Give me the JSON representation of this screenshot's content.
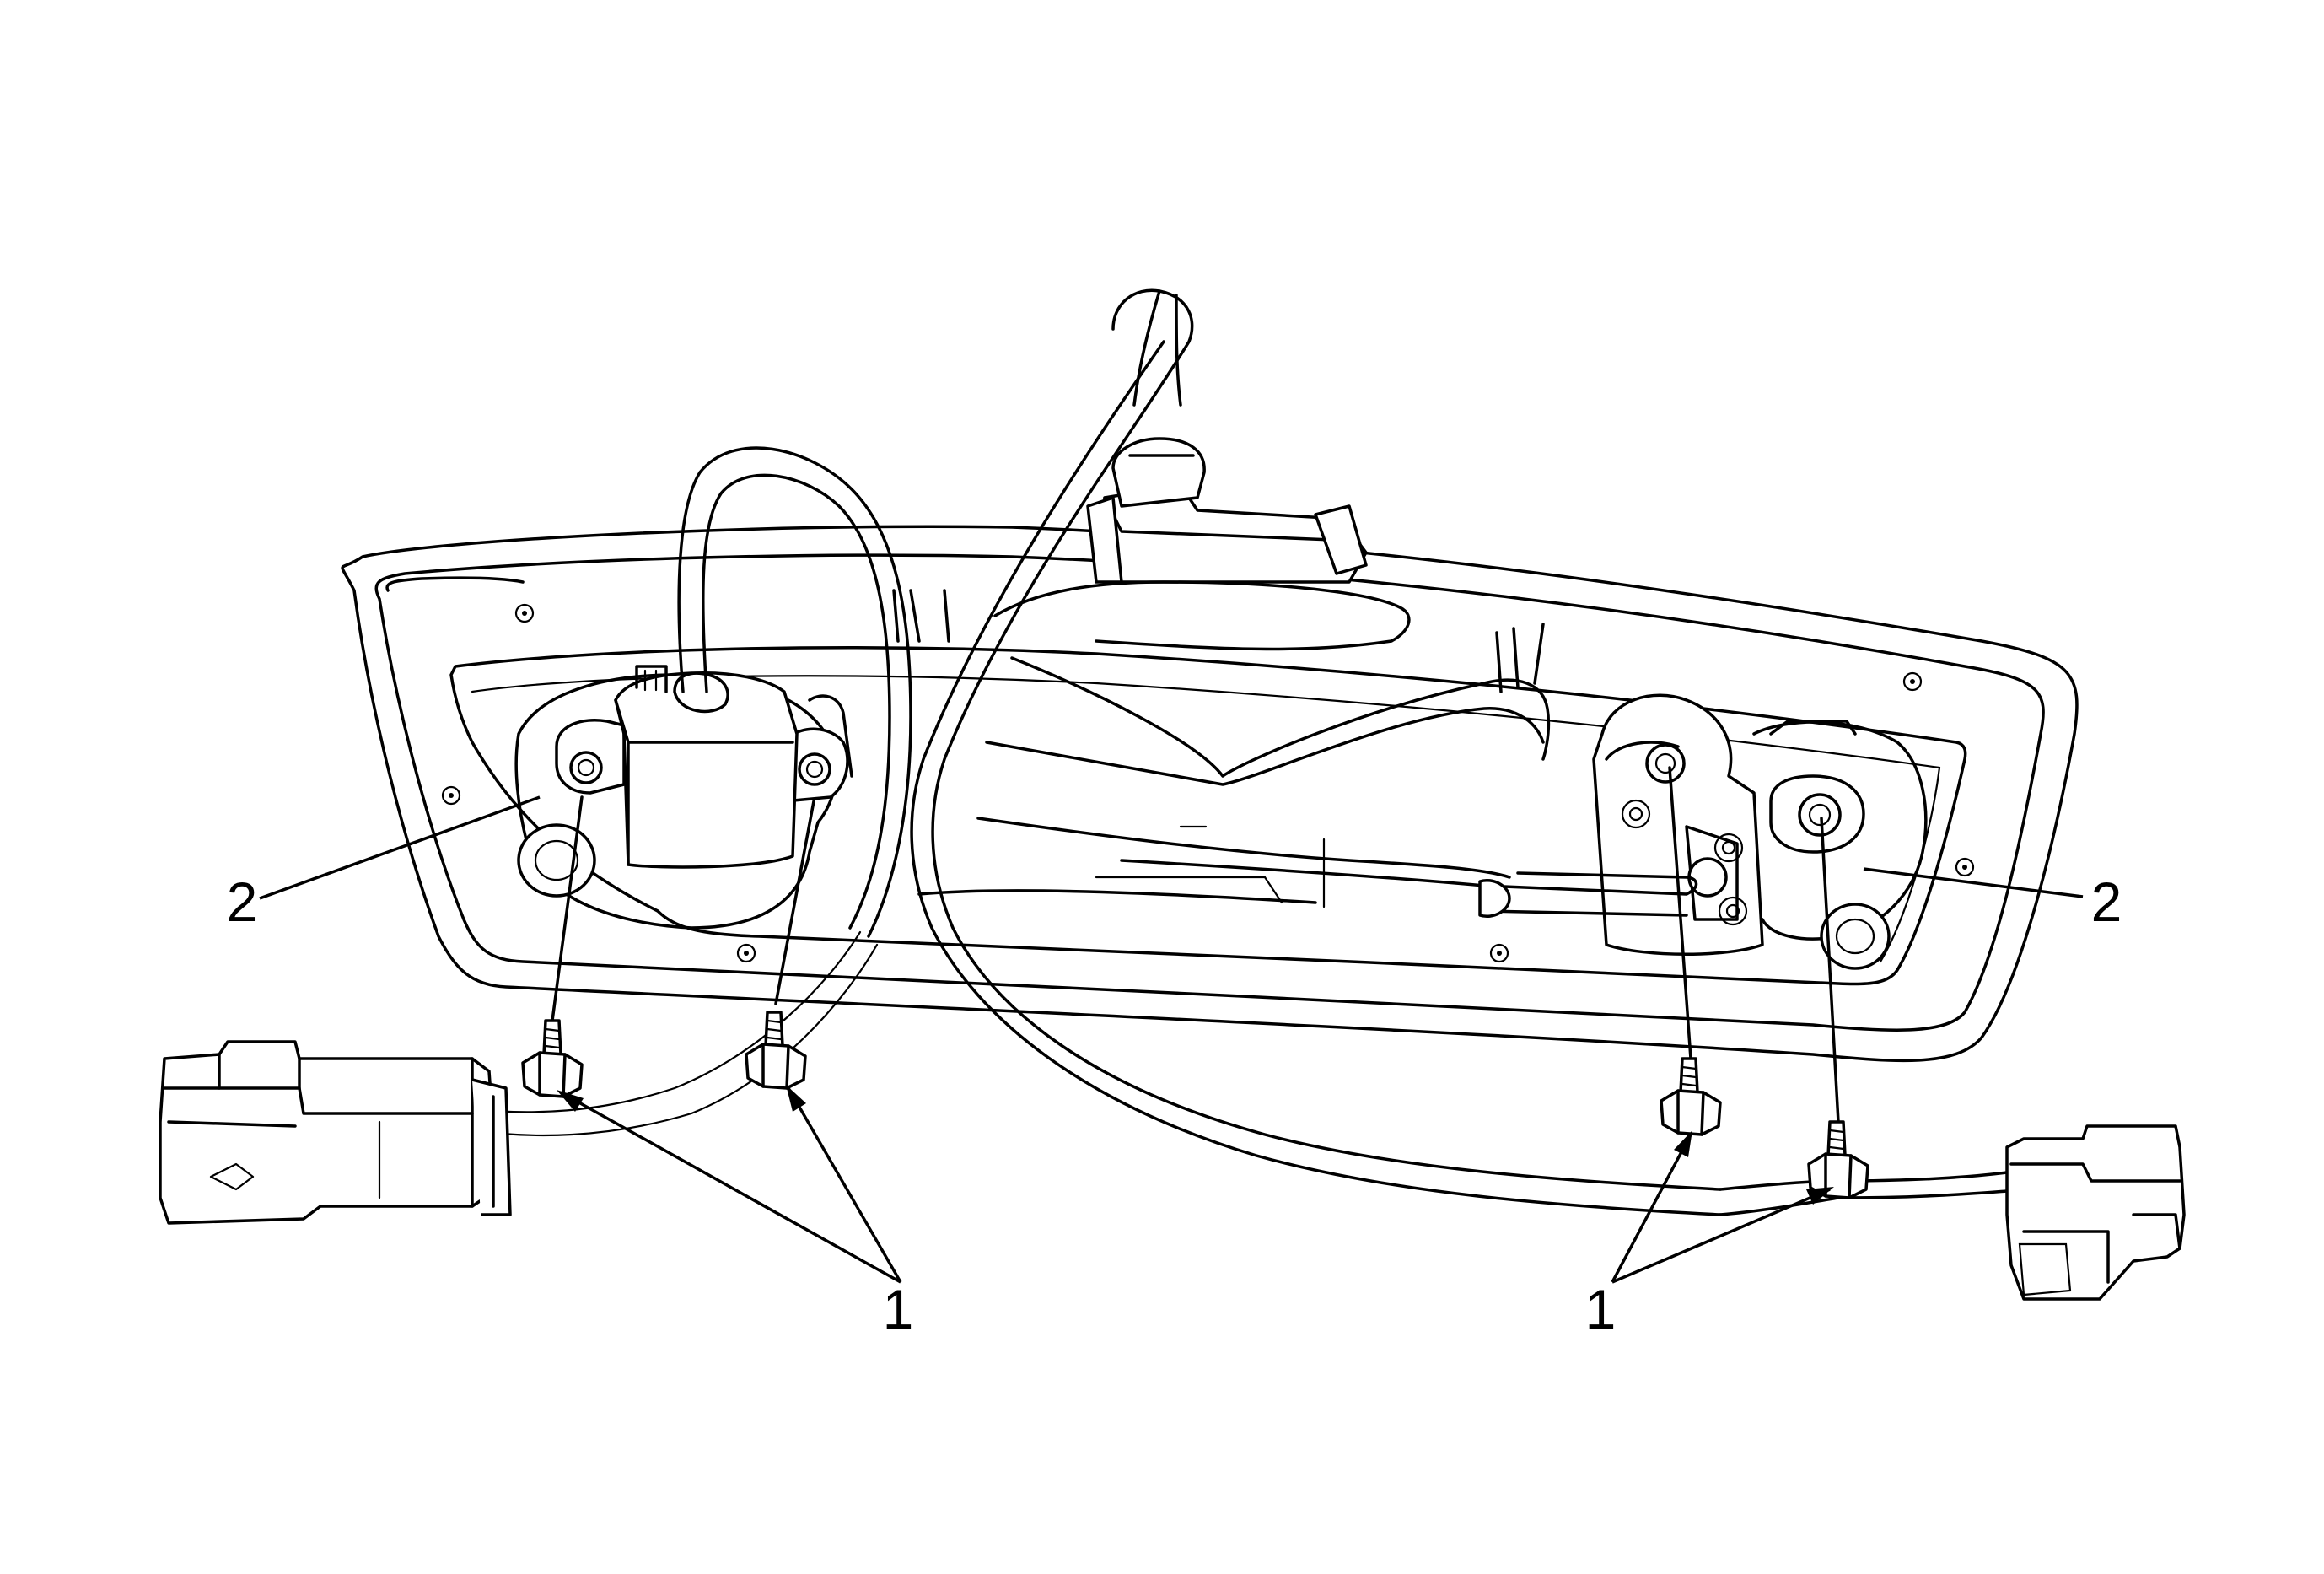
{
  "callouts": [
    {
      "id": "c1-left",
      "text": "1"
    },
    {
      "id": "c1-right",
      "text": "1"
    },
    {
      "id": "c2-left",
      "text": "2"
    },
    {
      "id": "c2-right",
      "text": "2"
    }
  ],
  "colors": {
    "line": "#000000",
    "background": "#ffffff"
  }
}
